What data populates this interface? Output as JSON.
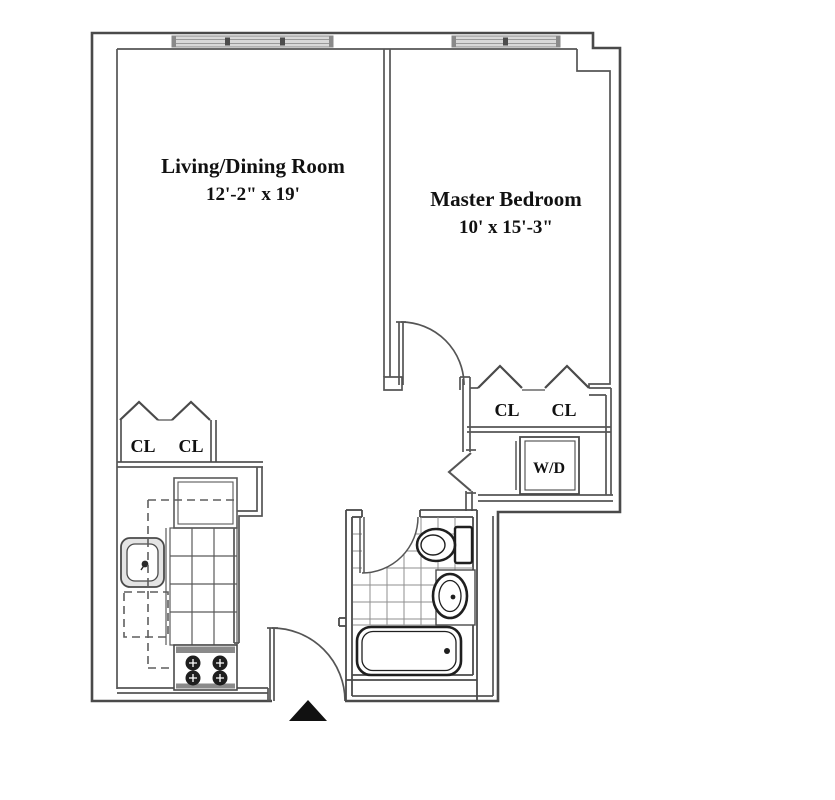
{
  "floorplan": {
    "rooms": {
      "living": {
        "name": "Living/Dining Room",
        "dims": "12'-2\" x 19'"
      },
      "bedroom": {
        "name": "Master Bedroom",
        "dims": "10' x 15'-3\""
      },
      "closet_living_1": "CL",
      "closet_living_2": "CL",
      "closet_bedroom_1": "CL",
      "closet_bedroom_2": "CL",
      "washer_dryer": "W/D"
    },
    "colors": {
      "wall": "#4a4a4a",
      "fixture_bold": "#1f1f1f",
      "window_fill": "#d9d9d9",
      "window_line": "#9a9a9a",
      "tile_line": "#8f8f8f",
      "text": "#111111",
      "entry_arrow": "#111111",
      "background": "#ffffff"
    }
  }
}
